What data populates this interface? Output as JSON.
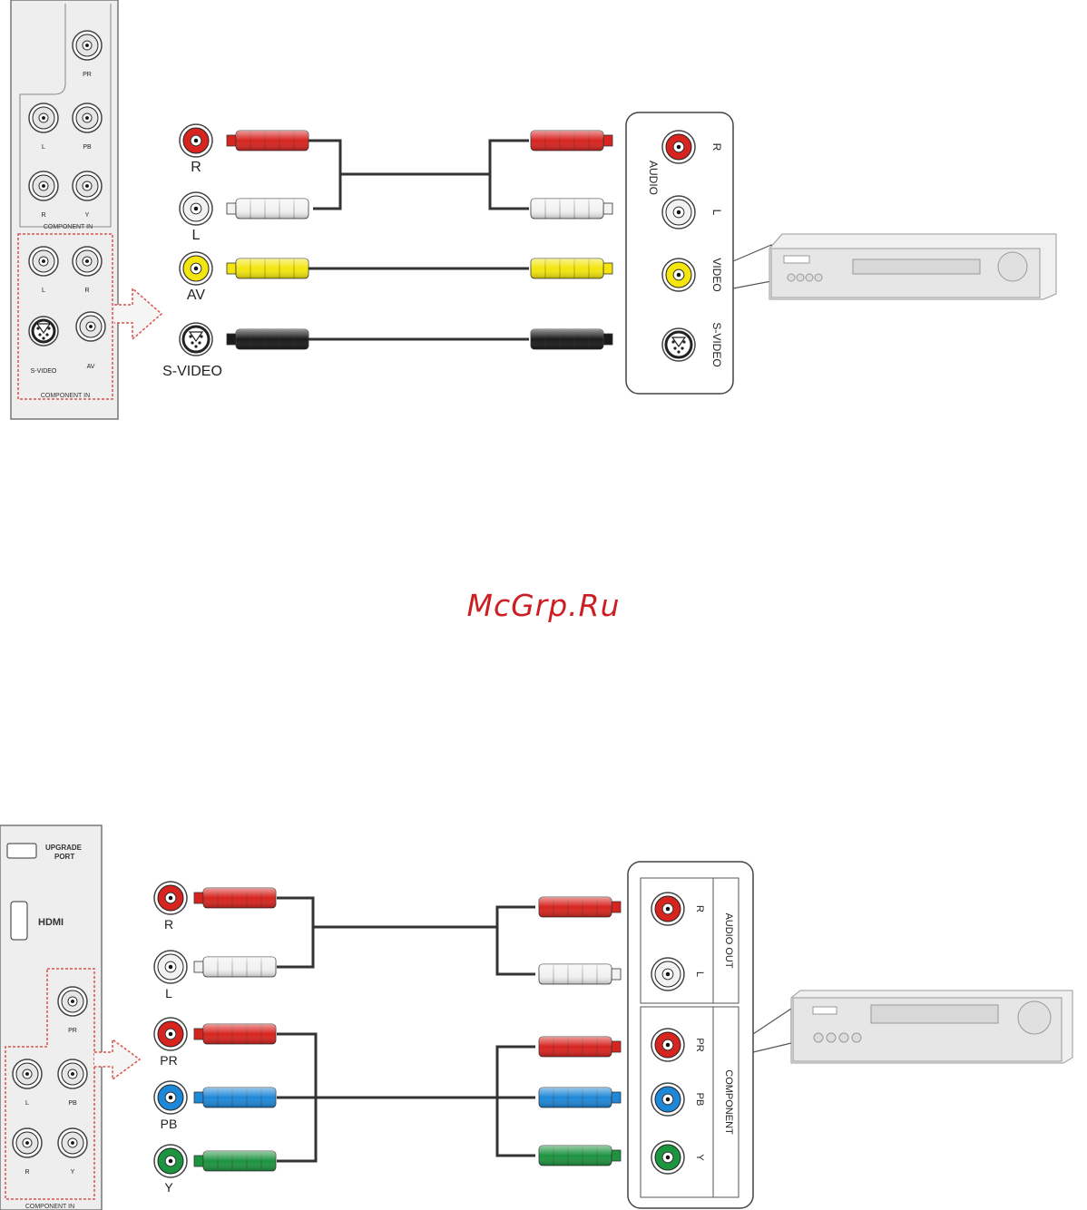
{
  "watermark": "McGrp.Ru",
  "colors": {
    "red": "#d8241f",
    "white": "#f2f2f2",
    "yellow": "#f4e60d",
    "black": "#1a1a1a",
    "blue": "#1e88d8",
    "green": "#1d9440",
    "dashed_outline": "#d9534f",
    "panel_gray": "#e8e8e8"
  },
  "diagram1": {
    "tv_panel": {
      "jacks": [
        "PR",
        "L",
        "PB",
        "R",
        "Y"
      ],
      "section_label": "COMPONENT IN",
      "highlight_jacks": [
        "L",
        "R",
        "S-VIDEO",
        "AV"
      ],
      "highlight_label": "COMPONENT IN"
    },
    "tv_jacks": [
      "R",
      "L",
      "AV",
      "S-VIDEO"
    ],
    "device_jacks": [
      "R",
      "L",
      "VIDEO",
      "S-VIDEO"
    ],
    "device_group_label": "AUDIO",
    "device_icon": "vcr-icon"
  },
  "diagram2": {
    "tv_panel": {
      "upgrade_port_label_1": "UPGRADE",
      "upgrade_port_label_2": "PORT",
      "hdmi_label": "HDMI",
      "jacks": [
        "PR",
        "L",
        "PB",
        "R",
        "Y"
      ],
      "section_label": "COMPONENT IN"
    },
    "tv_jacks": [
      "R",
      "L",
      "PR",
      "PB",
      "Y"
    ],
    "device_jacks": [
      "R",
      "L",
      "PR",
      "PB",
      "Y"
    ],
    "device_group_audio": "AUDIO OUT",
    "device_group_component": "COMPONENT",
    "device_icon": "dvd-player-icon"
  }
}
